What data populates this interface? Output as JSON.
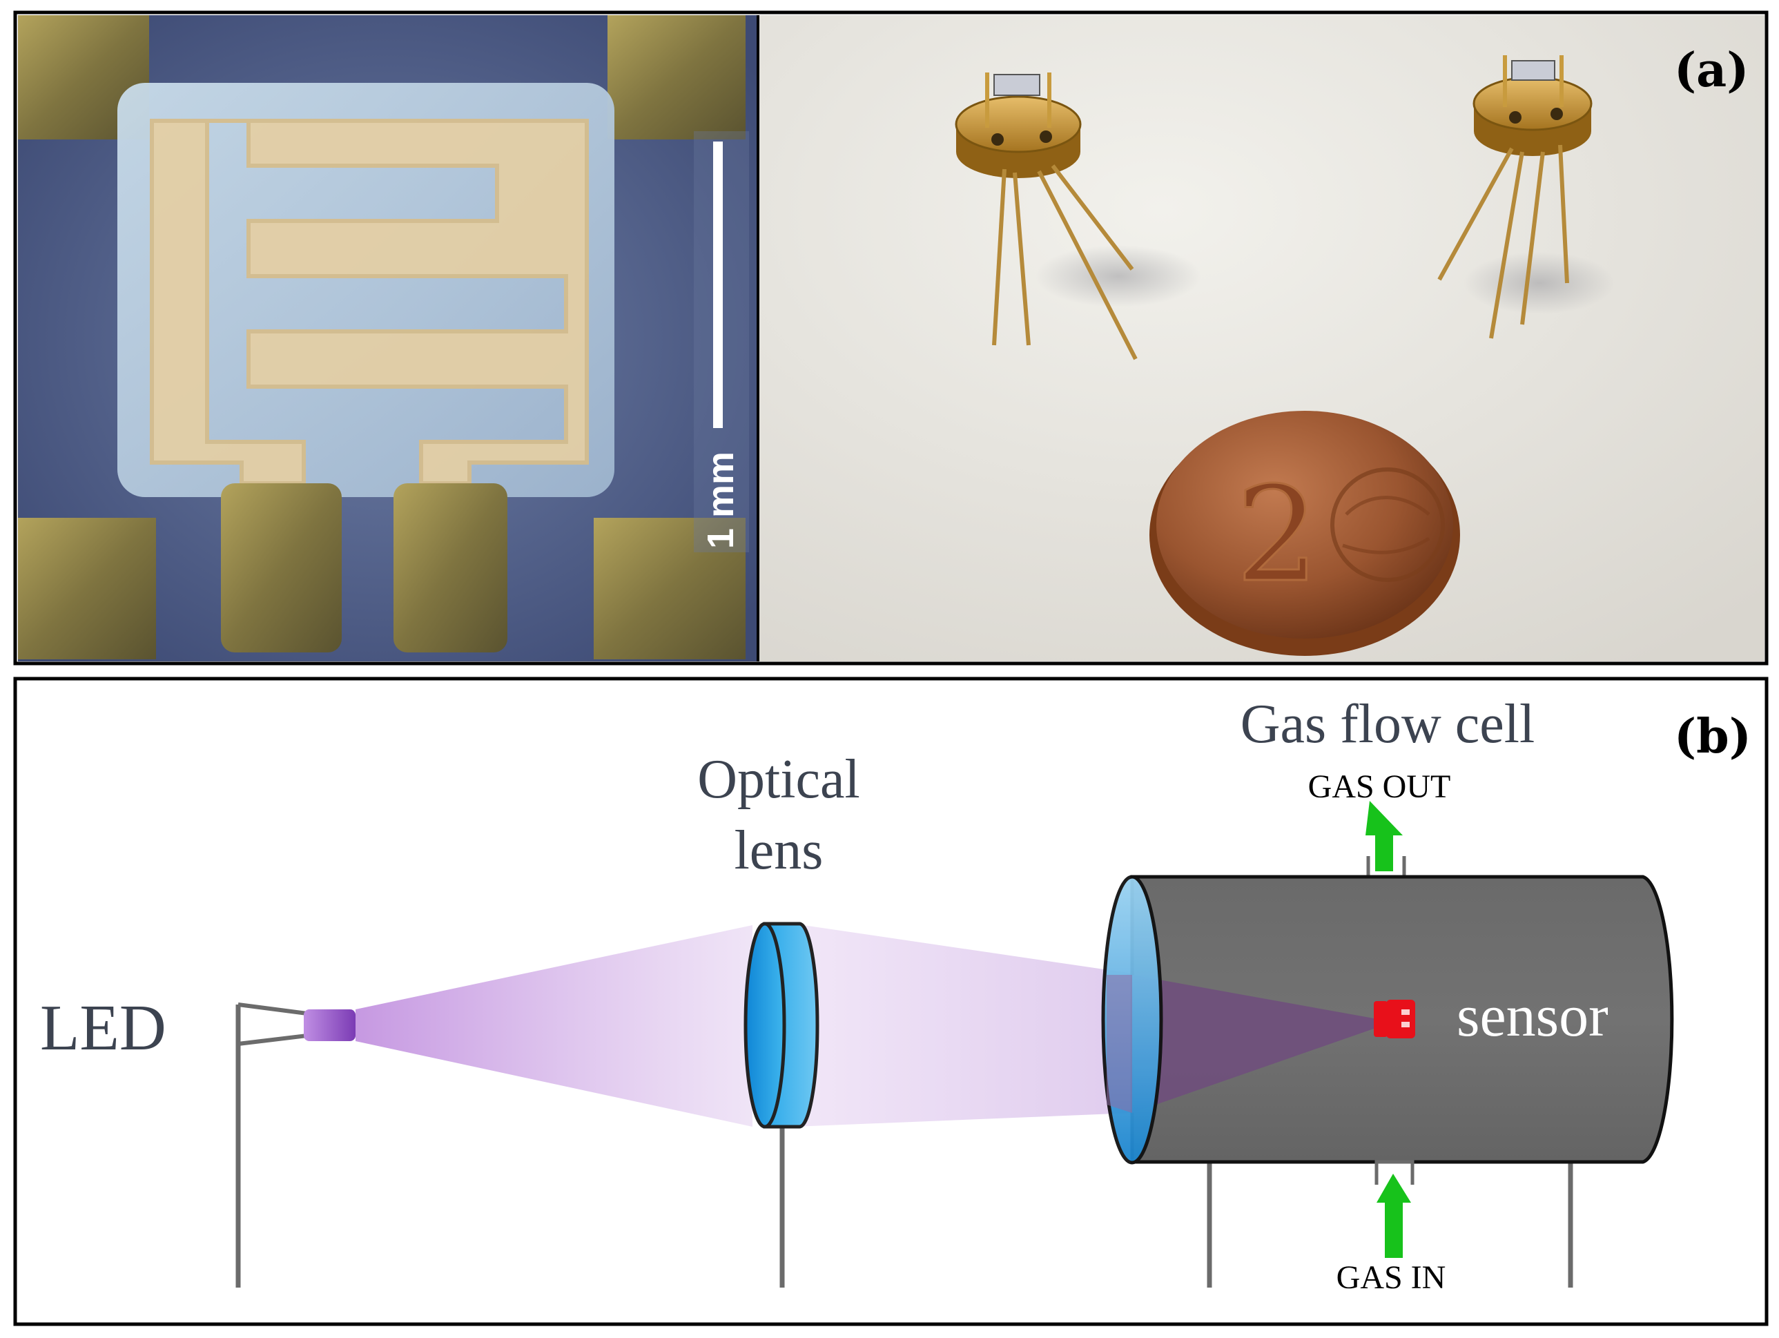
{
  "panel_a": {
    "label": "(a)",
    "scale_bar_label": "1 mm"
  },
  "panel_b": {
    "label": "(b)",
    "led_label": "LED",
    "lens_label_line1": "Optical",
    "lens_label_line2": "lens",
    "cell_label": "Gas flow cell",
    "gas_out_label": "GAS OUT",
    "gas_in_label": "GAS IN",
    "sensor_label": "sensor"
  },
  "colors": {
    "frame": "#000000",
    "stand": "#6b6b6b",
    "cell_body": "#6e6e6e",
    "lens_blue": "#1e9be0",
    "led_purple": "#a05fd2",
    "beam": "#c9a2e2",
    "arrow_green": "#17c21b",
    "sensor_red": "#e8101a",
    "gold": "#c99a3a"
  }
}
